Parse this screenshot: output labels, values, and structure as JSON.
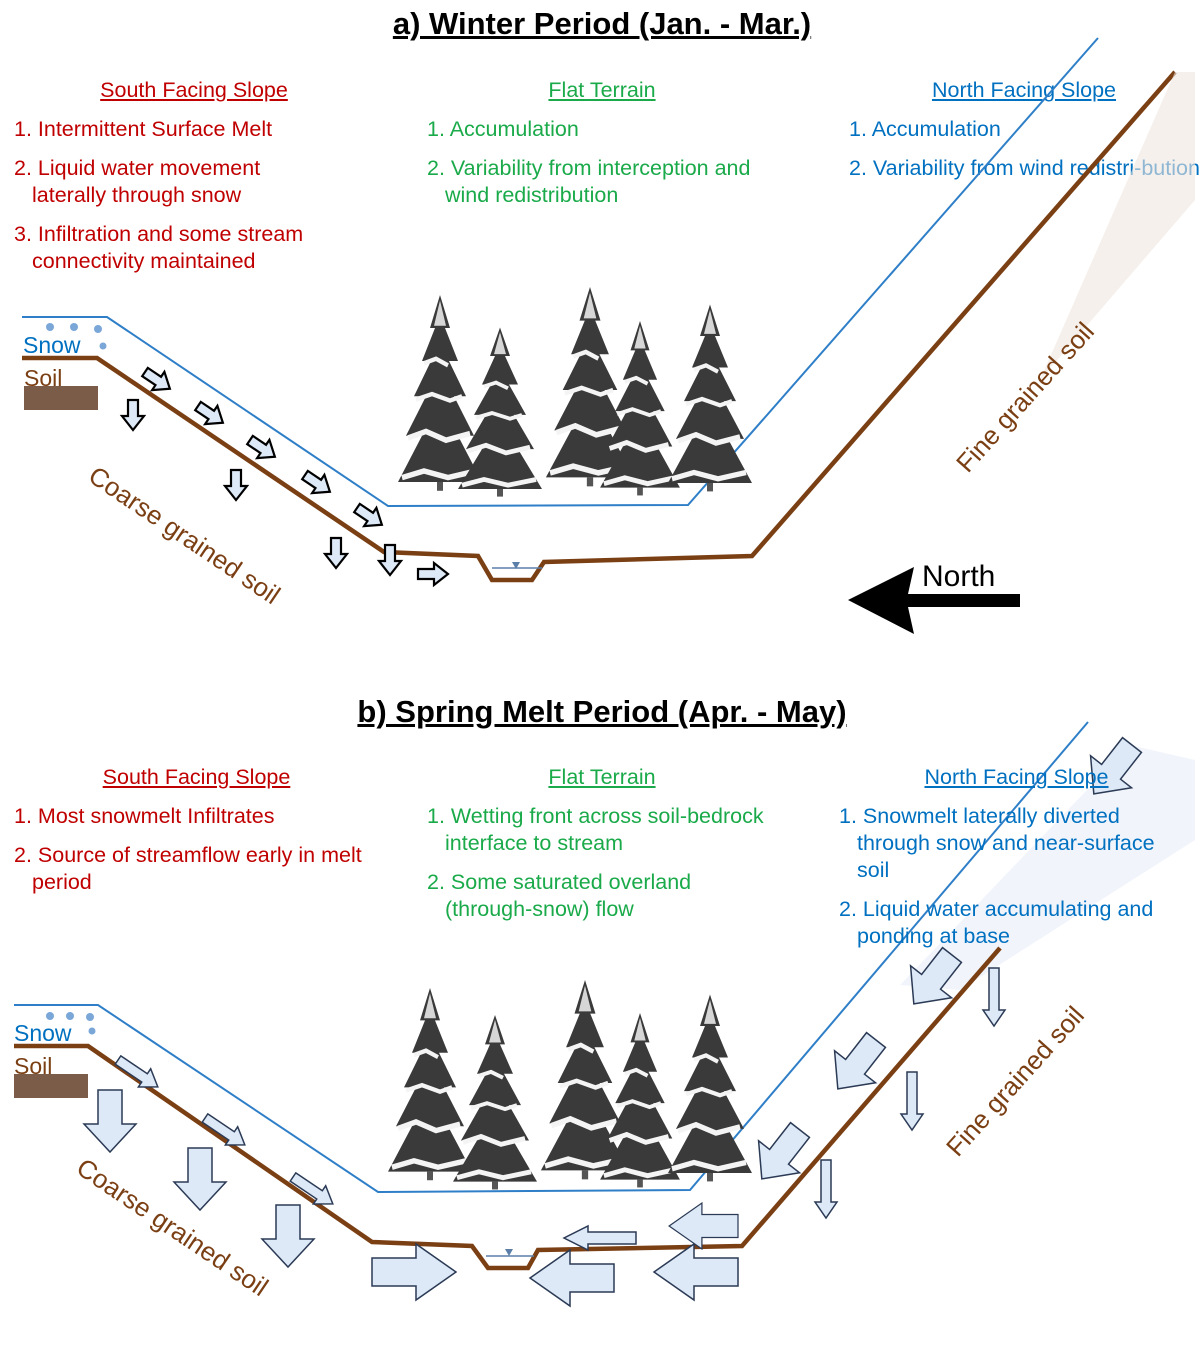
{
  "panel_a": {
    "title": "a) Winter Period (Jan. - Mar.)",
    "south": {
      "heading": "South Facing Slope",
      "items": [
        "1. Intermittent Surface Melt",
        "2. Liquid water movement laterally through snow",
        "3. Infiltration and some stream connectivity maintained"
      ]
    },
    "flat": {
      "heading": "Flat Terrain",
      "items": [
        "1. Accumulation",
        "2. Variability from interception and wind redistribution"
      ]
    },
    "north": {
      "heading": "North Facing Slope",
      "items": [
        "1. Accumulation",
        "2. Variability from wind redistri-bution"
      ]
    },
    "legend": {
      "snow": "Snow",
      "soil": "Soil"
    },
    "coarse_label": "Coarse grained soil",
    "fine_label": "Fine grained soil",
    "compass": "North"
  },
  "panel_b": {
    "title": "b) Spring Melt Period (Apr. - May)",
    "south": {
      "heading": "South Facing Slope",
      "items": [
        "1. Most snowmelt Infiltrates",
        "2. Source of streamflow early in melt period"
      ]
    },
    "flat": {
      "heading": "Flat Terrain",
      "items": [
        "1. Wetting front across soil-bedrock interface to stream",
        "2. Some saturated overland (through-snow) flow"
      ]
    },
    "north": {
      "heading": "North Facing Slope",
      "items": [
        "1. Snowmelt laterally diverted through snow and near-surface soil",
        "2. Liquid water accumulating and ponding at base"
      ]
    },
    "legend": {
      "snow": "Snow",
      "soil": "Soil"
    },
    "coarse_label": "Coarse grained soil",
    "fine_label": "Fine grained soil"
  },
  "colors": {
    "south": "#c00000",
    "flat": "#1aaa4a",
    "north": "#0070c0",
    "soil": "#7b3f14",
    "snow_line": "#2f7fc8",
    "arrow_fill": "#dde9f7"
  }
}
